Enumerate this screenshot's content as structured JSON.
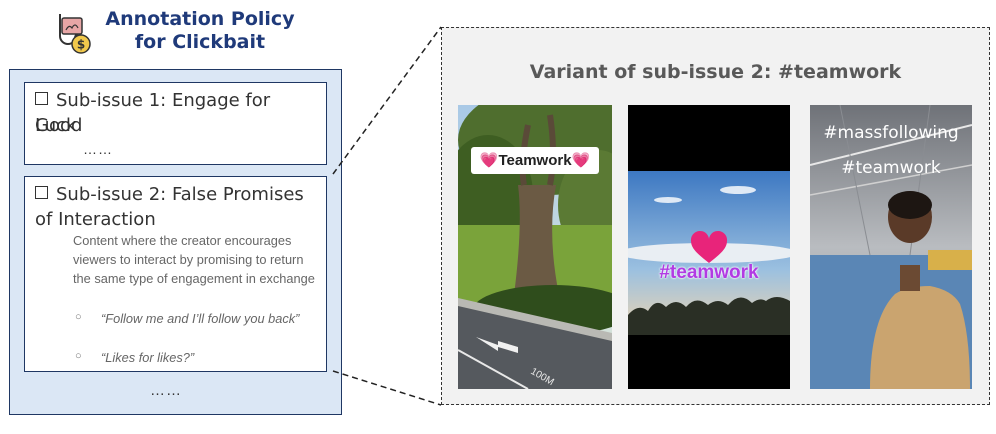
{
  "header": {
    "title_line1": "Annotation Policy",
    "title_line2": "for Clickbait",
    "logo_icon": "clickbait-hook-money-icon"
  },
  "policy": {
    "subissue1": {
      "label": "Sub-issue 1: Engage for Good",
      "label2": "Luck",
      "ellipsis": "……"
    },
    "subissue2": {
      "label": "Sub-issue 2: False Promises",
      "label2": "of Interaction",
      "description": "Content where the creator encourages viewers to interact by promising to return the same type of engagement in exchange",
      "examples": [
        "“Follow me and I’ll follow you back”",
        "“Likes for likes?”"
      ]
    },
    "ellipsis": "……"
  },
  "variant": {
    "title": "Variant of sub-issue 2: #teamwork",
    "images": [
      {
        "scene": "tree-park-road",
        "overlay": "💗Teamwork💗",
        "road_marking": "100M"
      },
      {
        "scene": "sunset-sky-heart",
        "overlay": "#teamwork"
      },
      {
        "scene": "man-in-warehouse",
        "overlay_line1": "#massfollowing",
        "overlay_line2": "#teamwork"
      }
    ]
  },
  "colors": {
    "title_blue": "#1f3a7a",
    "panel_fill": "#dbe7f5",
    "overlay_purple": "#b23be3",
    "heart_pink": "#e8247a"
  }
}
